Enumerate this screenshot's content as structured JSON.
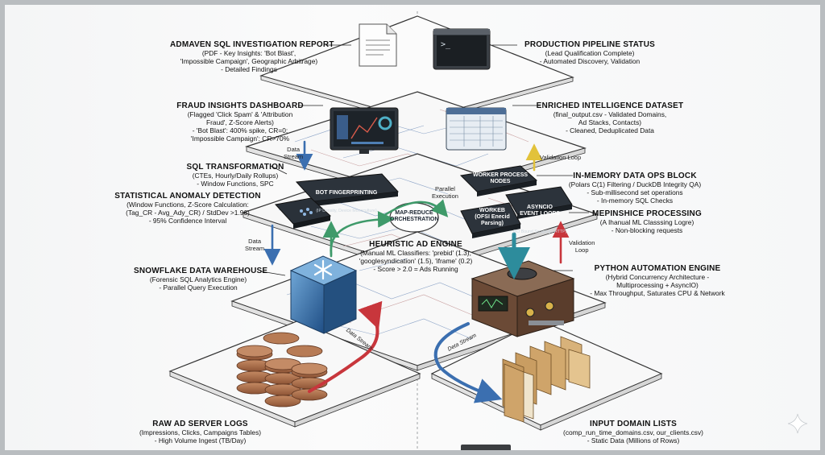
{
  "labels": {
    "report": {
      "title": "ADMAVEN SQL INVESTIGATION REPORT",
      "desc": "(PDF - Key Insights: 'Bot Blast',\n'Impossible Campaign', Geographic Arbitrage)\n- Detailed Findings"
    },
    "pipeline": {
      "title": "PRODUCTION PIPELINE STATUS",
      "desc": "(Lead Qualification Complete)\n- Automated Discovery, Validation"
    },
    "fraud": {
      "title": "FRAUD INSIGHTS DASHBOARD",
      "desc": "(Flagged 'Click Spam' & 'Attribution\nFraud', Z-Score Alerts)\n- 'Bot Blast': 400% spike, CR=0;\n'Impossible Campaign': CR>70%"
    },
    "enriched": {
      "title": "ENRICHED INTELLIGENCE DATASET",
      "desc": "(final_output.csv - Validated Domains,\nAd Stacks, Contacts)\n- Cleaned, Deduplicated Data"
    },
    "sql": {
      "title": "SQL TRANSFORMATION",
      "desc": "(CTEs, Hourly/Daily Rollups)\n- Window Functions, SPC"
    },
    "stat": {
      "title": "STATISTICAL ANOMALY DETECTION",
      "desc": "(Window Functions, Z-Score Calculation:\n(Tag_CR - Avg_Ady_CR) / StdDev >1.96)\n- 95% Confidence Interval"
    },
    "inmem": {
      "title": "IN-MEMORY DATA OPS BLOCK",
      "desc": "(Polars C(1) Filtering / DuckDB Integrity QA)\n- Sub-millisecond set operations\n- In-memory SQL Checks"
    },
    "mepins": {
      "title": "MEPINSHICE PROCESSING",
      "desc": "(A Ihanual ML Classsing Logre)\n- Non-blocking requests"
    },
    "heuristic": {
      "title": "HEURISTIC AD ENGINE",
      "desc": "(Manual ML Classifiers: 'prebid' (1.3),\n'googlesyndication' (1.5), 'iframe' (0.2)\n- Score > 2.0 = Ads Running"
    },
    "snowflake": {
      "title": "SNOWFLAKE DATA WAREHOUSE",
      "desc": "(Forensic SQL Analytics Engine)\n- Parallel Query Execution"
    },
    "python": {
      "title": "PYTHON AUTOMATION ENGINE",
      "desc": "(Hybrid Concurrency Architecture -\nMultiprocessing + AsyncIO)\n- Max Throughput, Saturates CPU & Network"
    },
    "rawlogs": {
      "title": "RAW AD SERVER LOGS",
      "desc": "(Impressions, Clicks, Campaigns Tables)\n- High Volume Ingest (TB/Day)"
    },
    "input": {
      "title": "INPUT DOMAIN LISTS",
      "desc": "(comp_run_time_domains.csv, our_clients.csv)\n- Static Data (Millions of Rows)"
    }
  },
  "chips": {
    "bot": {
      "title": "BOT FINGERPRINTING",
      "sub": "(IP Density, Device Monoculture)"
    },
    "worker_nodes": {
      "title": "WORKER PROCESS\nNODES"
    },
    "asyncio": {
      "title": "ASYNCIO\nEVENT LOOPS",
      "sub": "(I/O Bound Scraping / HTTP)"
    },
    "worker2": {
      "title": "WORKEB\n(OFSI Enecid\nParsing)"
    },
    "mapreduce": {
      "title": "MAP-REDUCE\nORCHESTRATION"
    }
  },
  "flows": {
    "data_stream_1": "Data\nStream",
    "data_stream_2": "Data\nStream",
    "validation_loop_1": "Validation Loop",
    "validation_loop_2": "Validation\nLoop",
    "parallel": "Parallel\nExecution",
    "data_stream_left": "Data Stream",
    "data_stream_right": "Deta Stream"
  },
  "colors": {
    "blue_arrow": "#3b6fb0",
    "red_arrow": "#c8363c",
    "green_arrow": "#3f9a6a",
    "teal_arrow": "#2d8c9c",
    "yellow_arrow": "#e2c23a",
    "chip_dark": "#2c333b",
    "crate": "#b9794f",
    "cube": "#2f6ea8"
  }
}
